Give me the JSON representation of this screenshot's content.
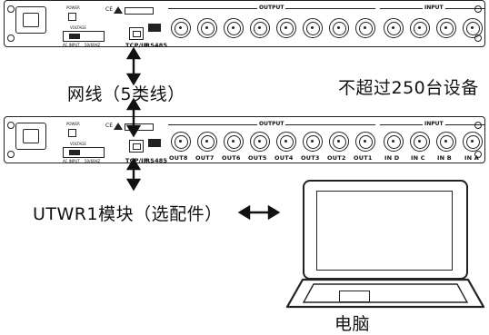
{
  "device_panel": {
    "power_label": "POWER",
    "voltage_label": "VOLTAGE",
    "ac_input_label": "AC INPUT",
    "frequency_label": "50/60HZ",
    "ce_mark": "CE",
    "tcpip_label": "TCP/IP",
    "rs485_label": "RS485",
    "output_section_title": "OUTPUT",
    "input_section_title": "INPUT",
    "output_ports": [
      "OUT8",
      "OUT7",
      "OUT6",
      "OUT5",
      "OUT4",
      "OUT3",
      "OUT2",
      "OUT1"
    ],
    "input_ports": [
      "IN D",
      "IN C",
      "IN B",
      "IN A"
    ]
  },
  "captions": {
    "cable": "网线（5类线）",
    "max_devices": "不超过250台设备",
    "module": "UTWR1模块（选配件）",
    "computer": "电脑"
  },
  "icons": [
    "iec-power-inlet-icon",
    "power-switch-icon",
    "warning-triangle-icon",
    "rj45-port-icon",
    "xlr-connector-icon",
    "double-arrow-icon",
    "laptop-icon"
  ]
}
